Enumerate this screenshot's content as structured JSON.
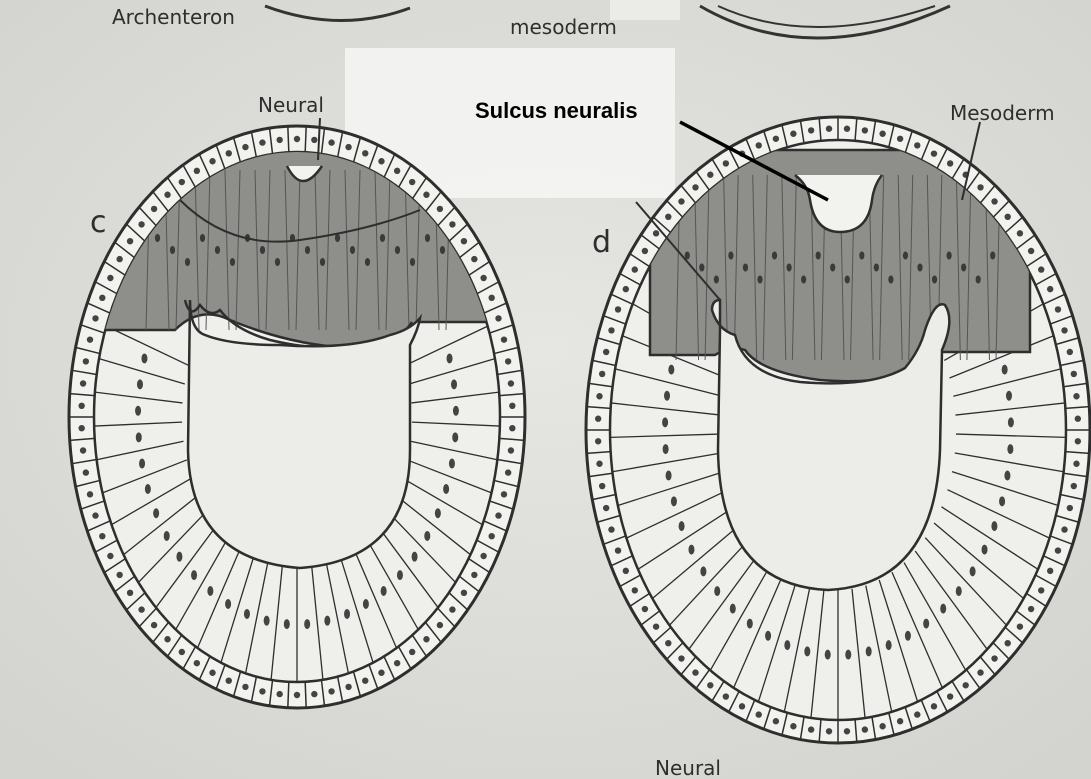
{
  "labels": {
    "archenteron": "Archenteron",
    "mesoderm_top": "mesoderm",
    "neural_top": "Neural",
    "sulcus": "Sulcus neuralis",
    "mesoderm_right": "Mesoderm",
    "panel_c": "c",
    "panel_d": "d",
    "neural_bottom": "Neural"
  },
  "colors": {
    "background": "#dcdcd8",
    "ink": "#2e2e2e",
    "neural_plate": "#8e8e8a",
    "neural_plate_dark": "#7a7a76",
    "callout_box": "#f6f6f4",
    "nucleus": "#444444"
  }
}
